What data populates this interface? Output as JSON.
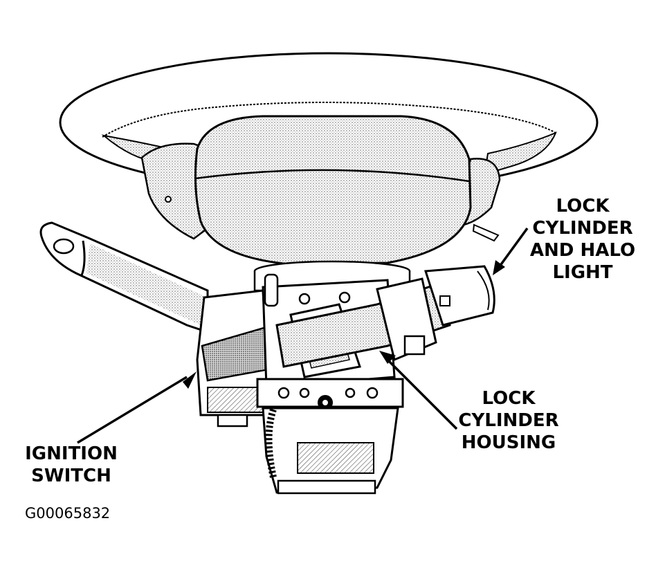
{
  "labels": {
    "lock_cylinder_halo": [
      "LOCK",
      "CYLINDER",
      "AND HALO",
      "LIGHT"
    ],
    "lock_cylinder_housing": [
      "LOCK",
      "CYLINDER",
      "HOUSING"
    ],
    "ignition_switch": [
      "IGNITION",
      "SWITCH"
    ]
  },
  "figure_id": "G00065832",
  "colors": {
    "ink": "#000000",
    "paper": "#ffffff",
    "shade": "#9a9a9a"
  }
}
